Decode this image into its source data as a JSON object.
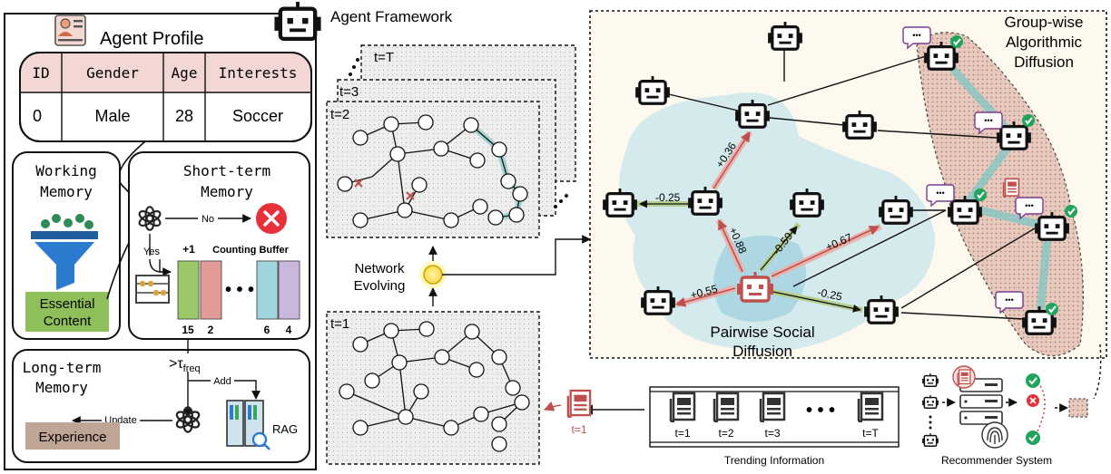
{
  "colors": {
    "red": "#c0504d",
    "green_edge": "#9bbb59",
    "blue_region": "#bcdfe8",
    "pink_region": "#e2b8a8",
    "essential_bg": "#8fbf5a",
    "experience_bg": "#bfa595",
    "buffer_green": "#9bc96a",
    "buffer_pink": "#e39b98",
    "buffer_cyan": "#9fd6dd",
    "buffer_lilac": "#c9b8dc",
    "check_green": "#22a45d",
    "cross_red": "#e8303a"
  },
  "profile": {
    "title": "Agent Profile",
    "headers": [
      "ID",
      "Gender",
      "Age",
      "Interests"
    ],
    "row": [
      "0",
      "Male",
      "28",
      "Soccer"
    ]
  },
  "working_memory": {
    "title_line1": "Working",
    "title_line2": "Memory",
    "content_line1": "Essential",
    "content_line2": "Content"
  },
  "short_term": {
    "title_line1": "Short-term",
    "title_line2": "Memory",
    "no_label": "No",
    "yes_label": "Yes",
    "plus_label": "+1",
    "counting_label": "Counting Buffer",
    "counts": [
      "15",
      "2",
      "6",
      "4"
    ],
    "dots": "• • •"
  },
  "long_term": {
    "title_line1": "Long-term",
    "title_line2": "Memory",
    "threshold_main": ">τ",
    "threshold_sub": "freq",
    "add_label": "Add",
    "update_label": "Update",
    "experience": "Experience",
    "rag": "RAG"
  },
  "framework": {
    "title": "Agent Framework",
    "frames": [
      "t=T",
      "t=3",
      "t=2"
    ],
    "t1": "t=1",
    "network_evolving_line1": "Network",
    "network_evolving_line2": "Evolving"
  },
  "diffusion": {
    "group_label_line1": "Group-wise",
    "group_label_line2": "Algorithmic",
    "group_label_line3": "Diffusion",
    "pairwise_line1": "Pairwise Social",
    "pairwise_line2": "Diffusion",
    "weights": [
      "+0.36",
      "-0.25",
      "+0.88",
      "-0.59",
      "+0.67",
      "+0.55",
      "-0.25"
    ],
    "bubble": "•••"
  },
  "trending": {
    "label": "Trending Information",
    "items": [
      "t=1",
      "t=2",
      "t=3",
      "t=T"
    ],
    "dots": "• • •",
    "selected": "t=1"
  },
  "recommender": {
    "label": "Recommender System"
  }
}
